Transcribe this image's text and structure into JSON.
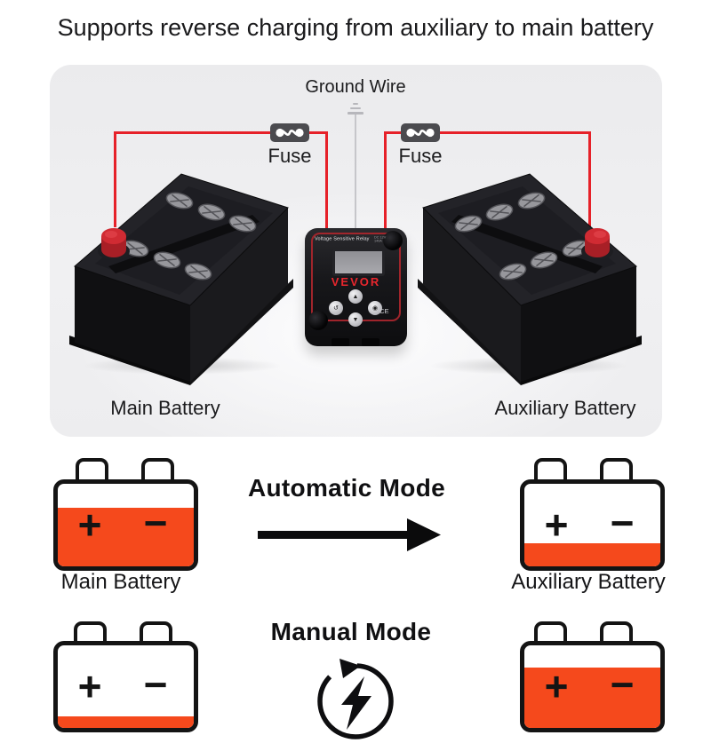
{
  "title": "Supports reverse charging from auxiliary to main battery",
  "colors": {
    "accent_orange": "#f5491c",
    "wire_red": "#e62129",
    "panel_bg": "#f0f0f2",
    "fuse_gray": "#4b4b4f",
    "vevor_red": "#e8262d"
  },
  "diagram": {
    "ground_wire_label": "Ground Wire",
    "fuse_left": "Fuse",
    "fuse_right": "Fuse",
    "main_battery_label": "Main Battery",
    "aux_battery_label": "Auxiliary Battery",
    "relay": {
      "name": "Voltage Sensitive Relay",
      "model": "DC 12V 140A",
      "brand": "VEVOR",
      "ce": "CE",
      "icons": {
        "up": "▲",
        "down": "▼",
        "mode": "↺",
        "set": "◉"
      }
    }
  },
  "modes": {
    "automatic": {
      "label": "Automatic Mode",
      "left_battery": {
        "label": "Main Battery",
        "plus": "+",
        "minus": "−",
        "fill_percent": 71
      },
      "right_battery": {
        "label": "Auxiliary Battery",
        "plus": "+",
        "minus": "−",
        "fill_percent": 28
      }
    },
    "manual": {
      "label": "Manual Mode",
      "left_battery": {
        "plus": "+",
        "minus": "−",
        "fill_percent": 14
      },
      "right_battery": {
        "plus": "+",
        "minus": "−",
        "fill_percent": 73
      }
    }
  }
}
